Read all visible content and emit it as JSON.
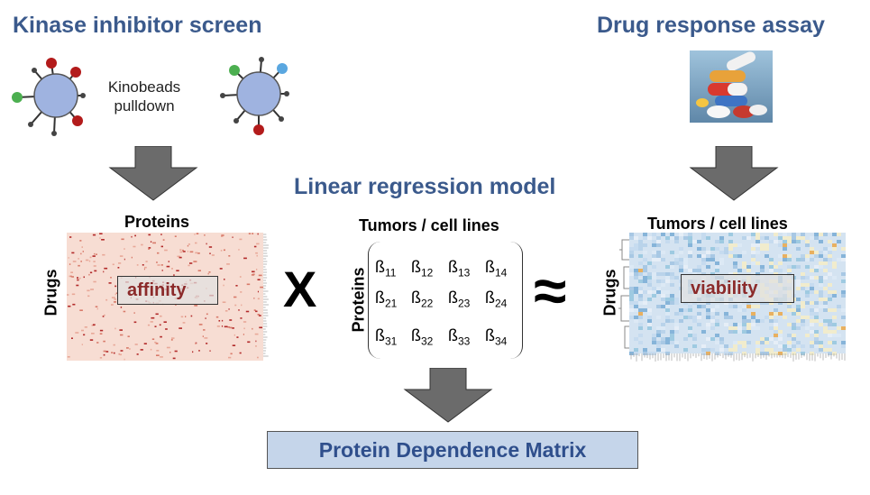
{
  "titles": {
    "left": "Kinase inhibitor screen",
    "right": "Drug response assay",
    "center": "Linear regression model",
    "bottom": "Protein Dependence Matrix"
  },
  "pulldown": {
    "line1": "Kinobeads",
    "line2": "pulldown"
  },
  "left_panel": {
    "top_label": "Proteins",
    "side_label": "Drugs",
    "overlay": "affinity"
  },
  "center_panel": {
    "top_label": "Tumors / cell lines",
    "side_label": "Proteins"
  },
  "right_panel": {
    "top_label": "Tumors / cell lines",
    "side_label": "Drugs",
    "overlay": "viability"
  },
  "symbols": {
    "times": "X",
    "approx": "≈"
  },
  "beta_symbol": "ß",
  "matrix": [
    [
      "11",
      "12",
      "13",
      "14"
    ],
    [
      "21",
      "22",
      "23",
      "24"
    ],
    [
      "31",
      "32",
      "33",
      "34"
    ]
  ],
  "colors": {
    "title_blue": "#3b5a8c",
    "overlay_text": "#8b2a2a",
    "bead_fill": "#9fb3e0",
    "pdm_fill": "#c5d5ea",
    "arrow_fill": "#6b6b6b"
  }
}
